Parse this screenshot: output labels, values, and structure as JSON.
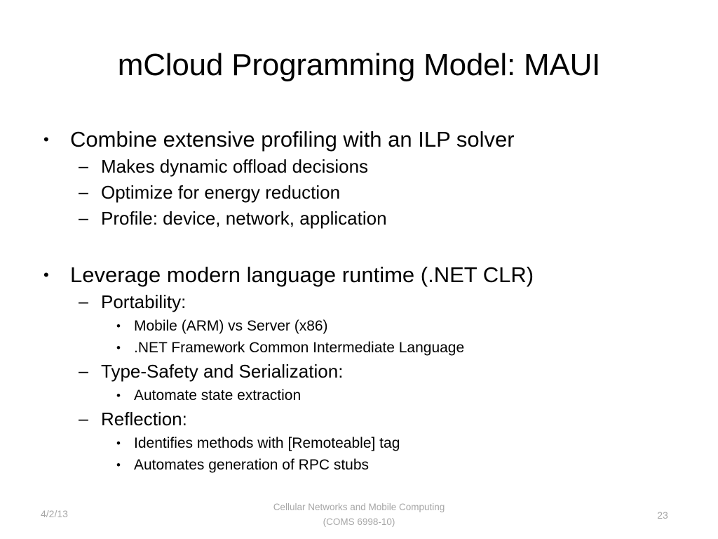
{
  "slide": {
    "title": "mCloud Programming Model: MAUI",
    "markers": {
      "level1": "•",
      "level2": "–",
      "level3": "•"
    },
    "content": [
      {
        "level": 1,
        "text": "Combine extensive profiling with an ILP solver"
      },
      {
        "level": 2,
        "text": "Makes dynamic offload decisions"
      },
      {
        "level": 2,
        "text": "Optimize for energy reduction"
      },
      {
        "level": 2,
        "text": "Profile: device, network, application"
      },
      {
        "level": 0,
        "text": ""
      },
      {
        "level": 1,
        "text": "Leverage modern language runtime (.NET CLR)"
      },
      {
        "level": 2,
        "text": "Portability:"
      },
      {
        "level": 3,
        "text": "Mobile (ARM) vs Server (x86)"
      },
      {
        "level": 3,
        "text": ".NET Framework Common Intermediate Language"
      },
      {
        "level": 2,
        "text": "Type-Safety and Serialization:"
      },
      {
        "level": 3,
        "text": "Automate state extraction"
      },
      {
        "level": 2,
        "text": "Reflection:"
      },
      {
        "level": 3,
        "text": "Identifies methods with [Remoteable] tag"
      },
      {
        "level": 3,
        "text": "Automates generation of RPC stubs"
      }
    ],
    "footer": {
      "date": "4/2/13",
      "center_line1": "Cellular Networks and Mobile Computing",
      "center_line2": "(COMS 6998-10)",
      "page_number": "23"
    },
    "colors": {
      "background": "#ffffff",
      "text": "#000000",
      "footer_text": "#a6a6a6"
    }
  }
}
